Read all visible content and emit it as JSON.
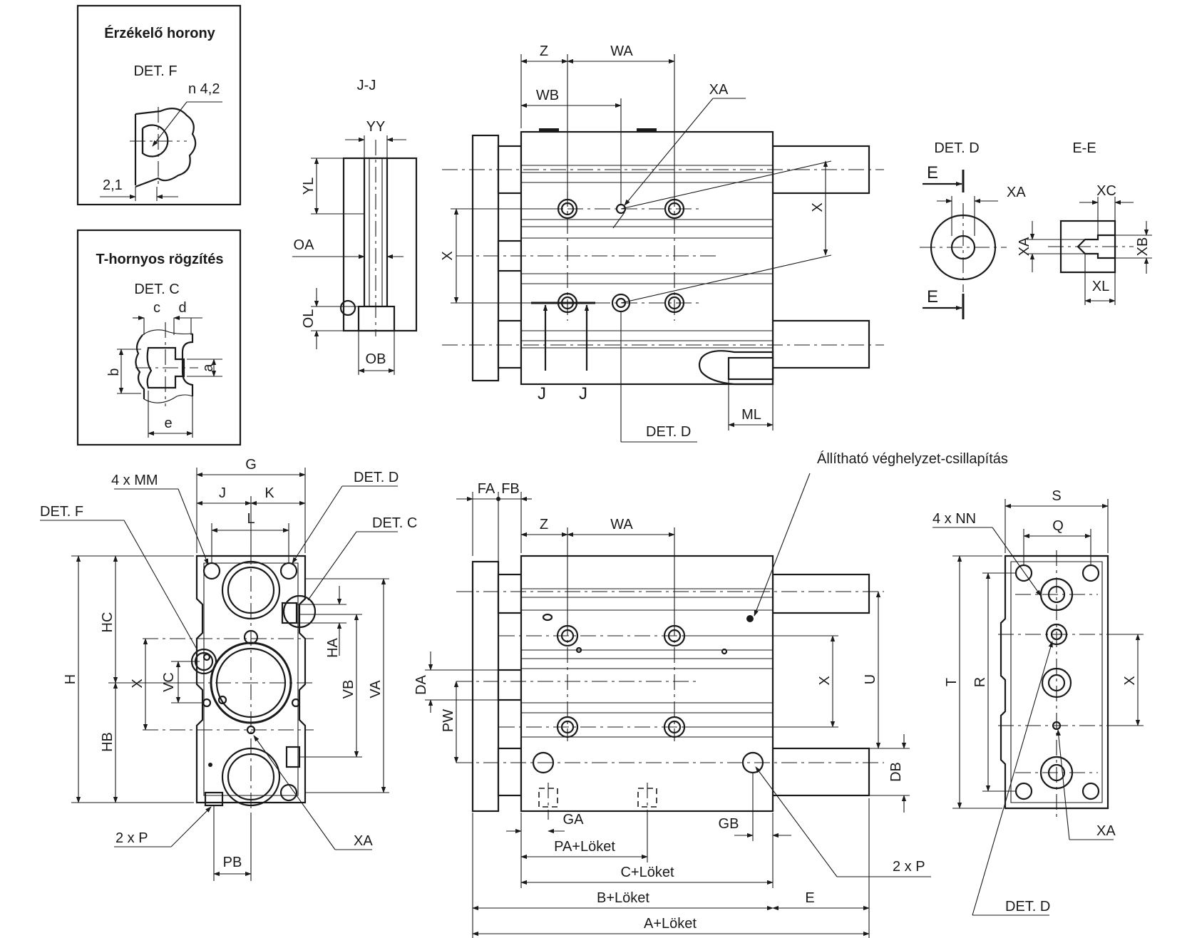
{
  "colors": {
    "line": "#1a1a1a",
    "background": "#ffffff"
  },
  "inset_f": {
    "title": "Érzékelő horony",
    "det": "DET. F",
    "dim_radius": "n 4,2",
    "dim_width": "2,1"
  },
  "inset_c": {
    "title": "T-hornyos rögzítés",
    "det": "DET. C",
    "c": "c",
    "d": "d",
    "a": "a",
    "b": "b",
    "e": "e"
  },
  "section_jj": {
    "title": "J-J",
    "YY": "YY",
    "YL": "YL",
    "OA": "OA",
    "OL": "OL",
    "OB": "OB"
  },
  "top_view": {
    "Z": "Z",
    "WA": "WA",
    "WB": "WB",
    "XA": "XA",
    "X_left": "X",
    "X_right": "X",
    "J1": "J",
    "J2": "J",
    "ML": "ML",
    "det_d": "DET. D"
  },
  "det_d": {
    "title": "DET. D",
    "E_top": "E",
    "E_bottom": "E",
    "XA": "XA"
  },
  "ee": {
    "title": "E-E",
    "XC": "XC",
    "XA": "XA",
    "XB": "XB",
    "XL": "XL"
  },
  "front_view": {
    "G": "G",
    "MM": "4 x MM",
    "J": "J",
    "K": "K",
    "L": "L",
    "det_d": "DET. D",
    "det_c": "DET. C",
    "det_f": "DET. F",
    "H": "H",
    "HC": "HC",
    "HB": "HB",
    "X": "X",
    "VC": "VC",
    "HA": "HA",
    "VB": "VB",
    "VA": "VA",
    "P": "2 x P",
    "PB": "PB",
    "XA": "XA"
  },
  "side_view": {
    "cushion": "Állítható véghelyzet-csillapítás",
    "FA": "FA",
    "FB": "FB",
    "Z": "Z",
    "WA": "WA",
    "DA": "DA",
    "PW": "PW",
    "X": "X",
    "U": "U",
    "DB": "DB",
    "GA": "GA",
    "GB": "GB",
    "PA": "PA+Löket",
    "C": "C+Löket",
    "B": "B+Löket",
    "A": "A+Löket",
    "E": "E",
    "P": "2 x P"
  },
  "end_view": {
    "S": "S",
    "Q": "Q",
    "NN": "4 x NN",
    "T": "T",
    "R": "R",
    "X": "X",
    "XA": "XA",
    "det_d": "DET. D"
  }
}
